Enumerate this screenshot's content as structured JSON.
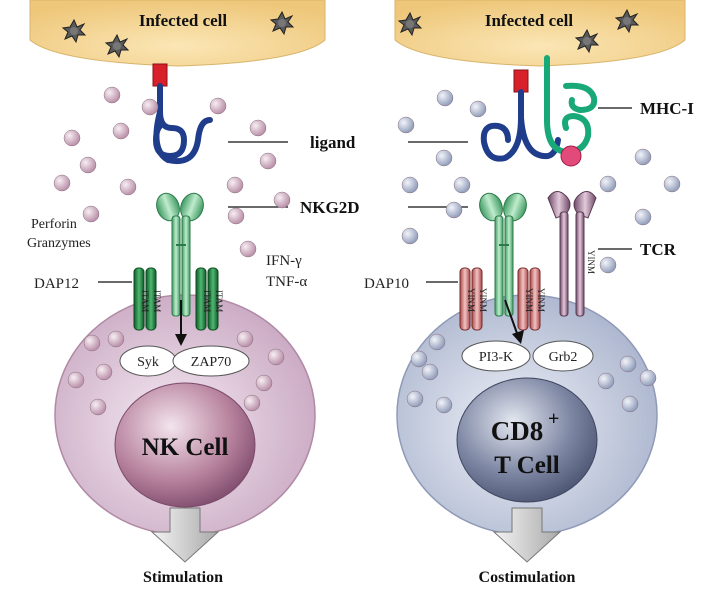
{
  "left_panel": {
    "cell_top": "Infected cell",
    "ligand": "ligand",
    "receptor": "NKG2D",
    "secreted_left_1": "Perforin",
    "secreted_left_2": "Granzymes",
    "cytokine_1": "IFN-γ",
    "cytokine_2": "TNF-α",
    "adaptor": "DAP12",
    "motif": "ITAM",
    "kinase_1": "Syk",
    "kinase_2": "ZAP70",
    "cell_name": "NK Cell",
    "outcome": "Stimulation"
  },
  "right_panel": {
    "cell_top": "Infected cell",
    "mhc": "MHC-I",
    "tcr": "TCR",
    "adaptor": "DAP10",
    "motif": "YINM",
    "kinase_1": "PI3-K",
    "kinase_2": "Grb2",
    "cell_name_1": "CD8",
    "cell_name_sup": "+",
    "cell_name_2": "T Cell",
    "outcome": "Costimulation"
  },
  "colors": {
    "infected_cell": "#f3d38c",
    "nk_cell": "#dcc3d6",
    "nk_nucleus": "#9a5f88",
    "t_cell": "#c7cfe3",
    "t_nucleus": "#5d6788",
    "ligand": "#203d8c",
    "receptor": "#7fcf9a",
    "itam": "#1e7a3c",
    "yinm": "#d98f8f",
    "mhc": "#19a877",
    "tcr": "#a07896",
    "granule_pink": "#c5a0b5",
    "granule_blue": "#9eaac5"
  }
}
